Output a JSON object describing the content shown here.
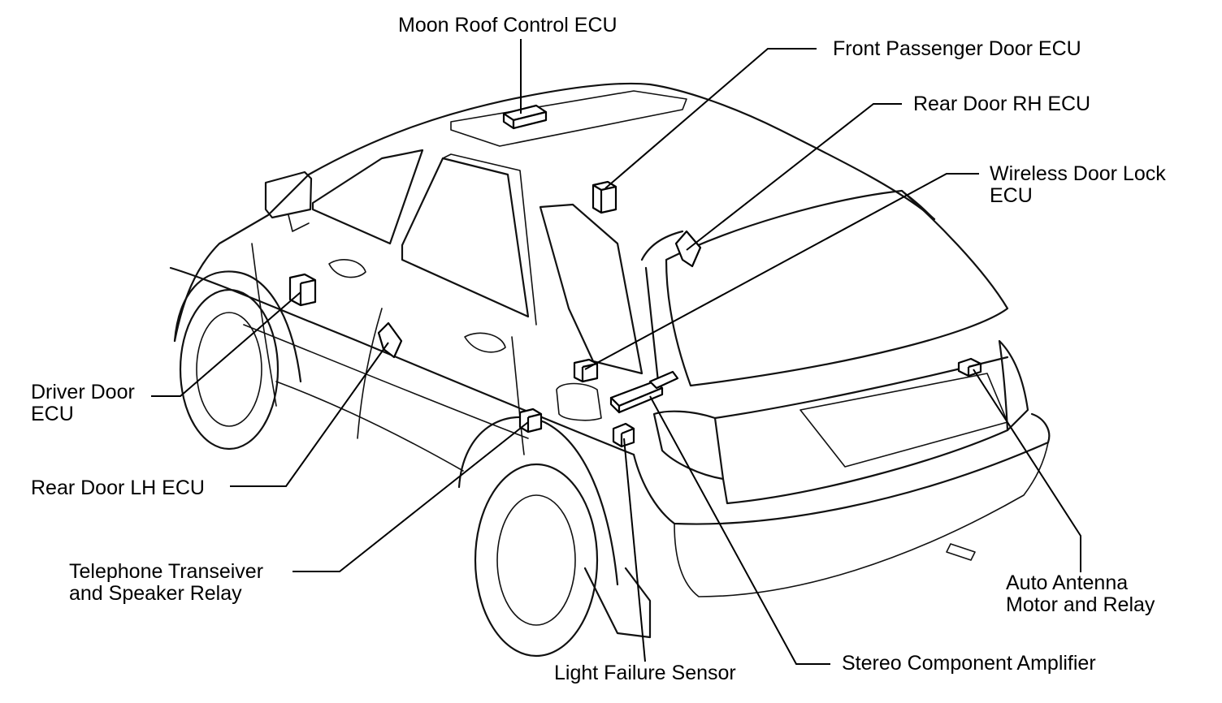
{
  "components": [
    {
      "id": "moon-roof-control-ecu",
      "lines": [
        "Moon Roof Control ECU"
      ]
    },
    {
      "id": "front-passenger-door-ecu",
      "lines": [
        "Front Passenger Door ECU"
      ]
    },
    {
      "id": "rear-door-rh-ecu",
      "lines": [
        "Rear Door RH ECU"
      ]
    },
    {
      "id": "wireless-door-lock-ecu",
      "lines": [
        "Wireless Door Lock",
        "ECU"
      ]
    },
    {
      "id": "driver-door-ecu",
      "lines": [
        "Driver Door",
        "ECU"
      ]
    },
    {
      "id": "rear-door-lh-ecu",
      "lines": [
        "Rear Door LH ECU"
      ]
    },
    {
      "id": "telephone-transeiver-and-speaker-relay",
      "lines": [
        "Telephone Transeiver",
        "and Speaker Relay"
      ]
    },
    {
      "id": "light-failure-sensor",
      "lines": [
        "Light Failure Sensor"
      ]
    },
    {
      "id": "stereo-component-amplifier",
      "lines": [
        "Stereo Component Amplifier"
      ]
    },
    {
      "id": "auto-antenna-motor-and-relay",
      "lines": [
        "Auto Antenna",
        "Motor and Relay"
      ]
    }
  ],
  "colors": {
    "line": "#000000",
    "background": "#ffffff"
  }
}
